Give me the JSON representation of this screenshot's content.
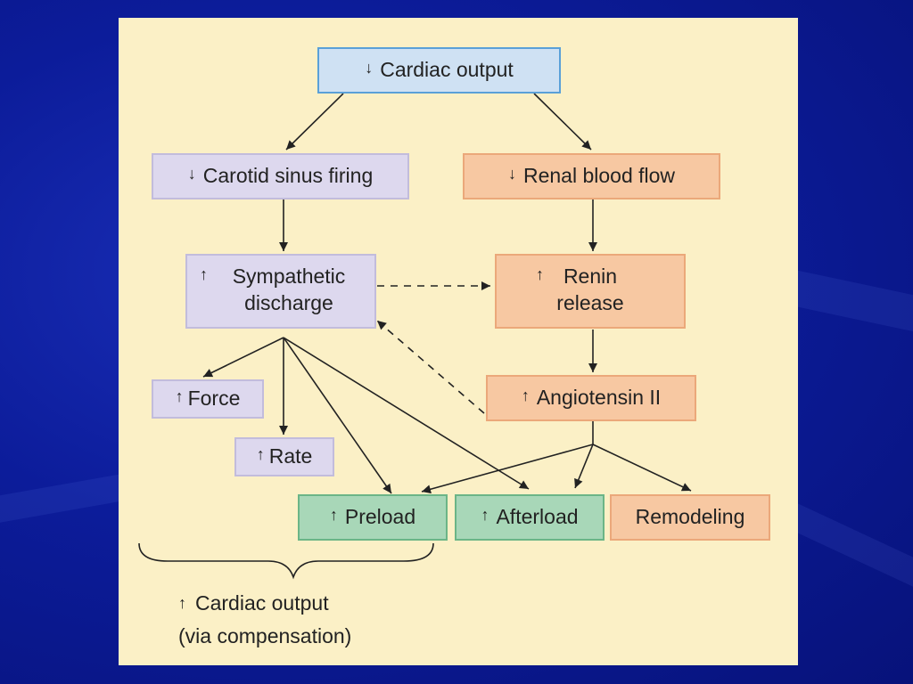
{
  "boxes": {
    "cardiac_output": {
      "arrow": "↓",
      "label": "Cardiac output"
    },
    "carotid": {
      "arrow": "↓",
      "label": "Carotid sinus firing"
    },
    "renal": {
      "arrow": "↓",
      "label": "Renal blood flow"
    },
    "sympathetic": {
      "arrow": "↑",
      "line1": "Sympathetic",
      "line2": "discharge"
    },
    "renin": {
      "arrow": "↑",
      "line1": "Renin",
      "line2": "release"
    },
    "force": {
      "arrow": "↑",
      "label": "Force"
    },
    "angiotensin": {
      "arrow": "↑",
      "label": "Angiotensin II"
    },
    "rate": {
      "arrow": "↑",
      "label": "Rate"
    },
    "preload": {
      "arrow": "↑",
      "label": "Preload"
    },
    "afterload": {
      "arrow": "↑",
      "label": "Afterload"
    },
    "remodeling": {
      "label": "Remodeling"
    }
  },
  "note": {
    "arrow": "↑",
    "line1": "Cardiac output",
    "line2": "(via compensation)"
  },
  "colors": {
    "panel": "#fbf0c6",
    "blue_box": "#cfe1f3",
    "purple_box": "#ddd8ee",
    "orange_box": "#f7c8a2",
    "green_box": "#a8d7b8",
    "background": "#0c1c9a"
  }
}
